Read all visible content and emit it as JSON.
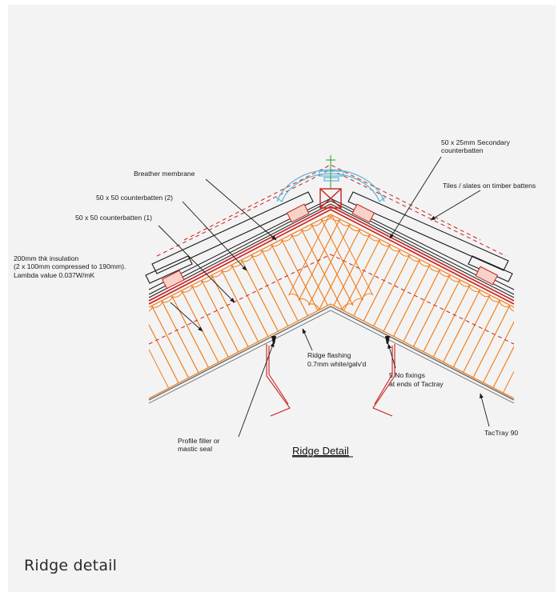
{
  "caption": "Ridge detail",
  "diagram": {
    "title": "Ridge Detail",
    "labels": {
      "secondary_counterbatten_1": "50 x 25mm Secondary",
      "secondary_counterbatten_2": "counterbatten",
      "tiles": "Tiles / slates on timber battens",
      "breather": "Breather membrane",
      "counterbatten2": "50 x 50 counterbatten (2)",
      "counterbatten1": "50 x 50 counterbatten (1)",
      "insulation_1": "200mm thk insulation",
      "insulation_2": "(2 x 100mm compressed to 190mm).",
      "insulation_3": "Lambda value 0.037W/mK",
      "flashing_1": "Ridge flashing",
      "flashing_2": "0.7mm white/galv'd",
      "fixings_1": "5 No fixings",
      "fixings_2": "at ends of Tactray",
      "tactray": "TacTray 90",
      "filler_1": "Profile filler or",
      "filler_2": "mastic seal"
    }
  },
  "colors": {
    "insulation": "#f07d1a",
    "membrane": "#c8201d",
    "ridge_cap": "#5ab4d6",
    "ridge_post": "#3da63d",
    "line": "#1a1a1a"
  }
}
